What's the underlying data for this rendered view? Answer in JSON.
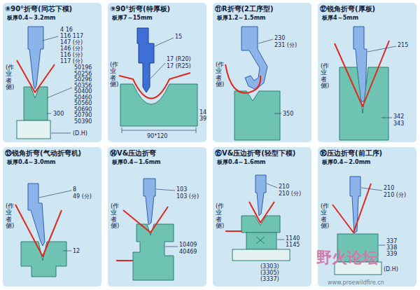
{
  "diagram": {
    "nodes": [
      {
        "text": [
          "⑧90°折弯(同芯下模)",
          "板厚0.4～3.2mm"
        ]
      },
      {
        "text": [
          "⑨90°折弯(特厚板)",
          "板厚7～15mm"
        ]
      },
      {
        "text": [
          "⑪R折弯(2工序型)",
          "板厚1.2～1.5mm"
        ]
      },
      {
        "text": [
          "⑫锐角折弯(厚板)",
          "板厚4～5mm"
        ]
      },
      {
        "text": [
          "⑬锐角折弯(气动折弯机)",
          "板厚0.4～3.0mm"
        ]
      },
      {
        "text": [
          "⑭V&压边折弯",
          "板厚0.4～1.6mm"
        ]
      },
      {
        "text": [
          "⑮V&压边折弯(轻型下模)",
          "板厚0.4～1.6mm"
        ]
      },
      {
        "text": [
          "⑯压边折弯(前工序)",
          "板厚0.4～2.0mm"
        ]
      }
    ],
    "labels": [
      "4 16",
      "116 117",
      "147 (分)",
      "146 (分)",
      "116 (分)",
      "117 (分)",
      "50196",
      "50256",
      "50296",
      "50356",
      "50400",
      "50460",
      "50560",
      "50690",
      "50790",
      "50390",
      "300",
      "(D.H)",
      "(作业者侧)",
      "15",
      "17 (R20)",
      "17 (R25)",
      "14",
      "39",
      "90*120",
      "(作业者侧)",
      "230",
      "231 (分)",
      "350",
      "(作业者侧)",
      "215",
      "342",
      "343",
      "(作业者侧)",
      "8",
      "49 (分)",
      "12",
      "(作业者侧)",
      "103",
      "103 (分)",
      "10409",
      "40469",
      "(作业者侧)",
      "210",
      "210 (分)",
      "1140",
      "1145",
      "(3303)",
      "(3305)",
      "(3337)",
      "(作业者侧)",
      "210",
      "210 (分)",
      "337",
      "338",
      "339",
      "(D.H)",
      "(作业者侧)",
      "野火论坛",
      "www.proewildfire.cn"
    ]
  }
}
